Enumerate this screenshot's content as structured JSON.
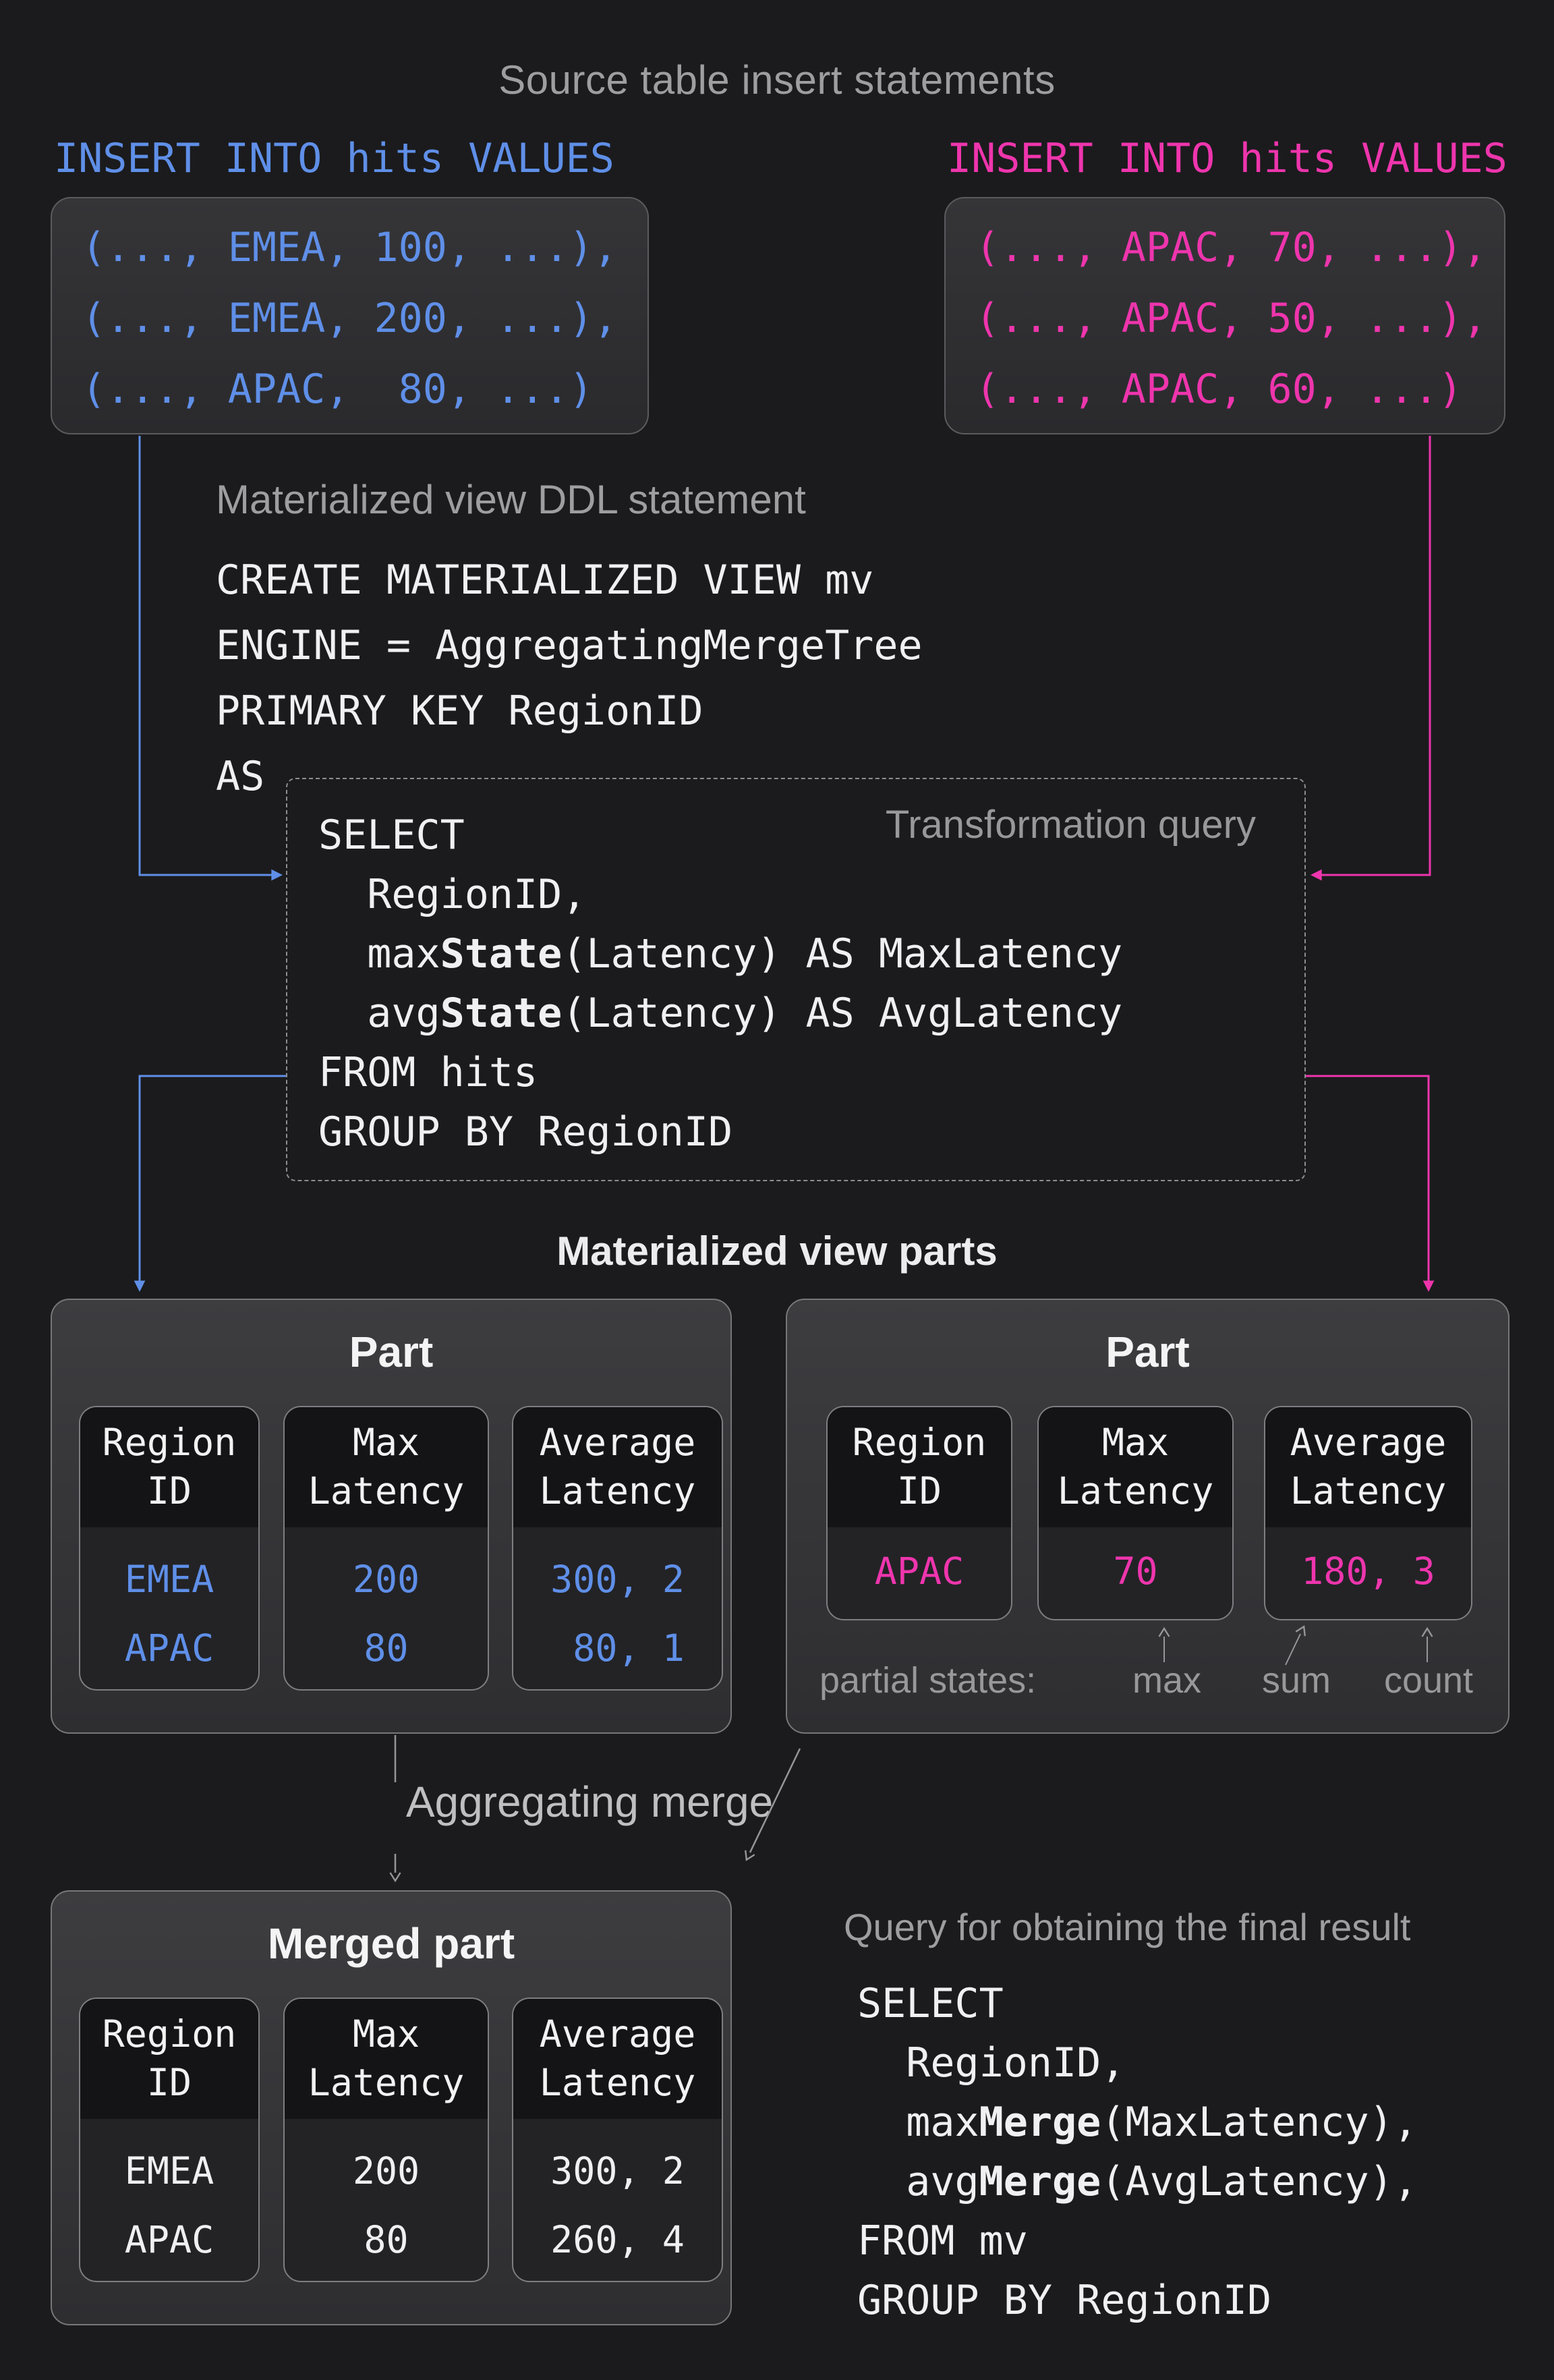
{
  "colors": {
    "background": "#1b1b1d",
    "blue": "#5f8fe8",
    "pink": "#ee35ad",
    "white": "#f0f0f2",
    "gray_label": "#9e9ea1"
  },
  "labels": {
    "source_title": "Source table insert statements",
    "ddl_title": "Materialized view DDL statement",
    "transform_title": "Transformation query",
    "parts_title": "Materialized view parts",
    "aggregating_merge": "Aggregating merge",
    "final_query_title": "Query for obtaining the final result"
  },
  "insert_left": {
    "header": "INSERT INTO hits VALUES",
    "rows": [
      "(..., EMEA, 100, ...),",
      "(..., EMEA, 200, ...),",
      "(..., APAC,  80, ...)"
    ]
  },
  "insert_right": {
    "header": "INSERT INTO hits VALUES",
    "rows": [
      "(..., APAC, 70, ...),",
      "(..., APAC, 50, ...),",
      "(..., APAC, 60, ...)"
    ]
  },
  "ddl": {
    "lines": [
      "CREATE MATERIALIZED VIEW mv",
      "ENGINE = AggregatingMergeTree",
      "PRIMARY KEY RegionID",
      "AS"
    ]
  },
  "transform_query": {
    "lines": [
      [
        {
          "t": "SELECT"
        }
      ],
      [
        {
          "t": "  RegionID,"
        }
      ],
      [
        {
          "t": "  max"
        },
        {
          "t": "State",
          "b": 1
        },
        {
          "t": "(Latency) AS MaxLatency"
        }
      ],
      [
        {
          "t": "  avg"
        },
        {
          "t": "State",
          "b": 1
        },
        {
          "t": "(Latency) AS AvgLatency"
        }
      ],
      [
        {
          "t": "FROM hits"
        }
      ],
      [
        {
          "t": "GROUP BY RegionID"
        }
      ]
    ]
  },
  "final_query": {
    "lines": [
      [
        {
          "t": "SELECT"
        }
      ],
      [
        {
          "t": "  RegionID,"
        }
      ],
      [
        {
          "t": "  max"
        },
        {
          "t": "Merge",
          "b": 1
        },
        {
          "t": "(MaxLatency),"
        }
      ],
      [
        {
          "t": "  avg"
        },
        {
          "t": "Merge",
          "b": 1
        },
        {
          "t": "(AvgLatency),"
        }
      ],
      [
        {
          "t": "FROM mv"
        }
      ],
      [
        {
          "t": "GROUP BY RegionID"
        }
      ]
    ]
  },
  "part_left": {
    "title": "Part",
    "columns": [
      {
        "header": "Region\nID",
        "values": [
          "EMEA",
          "APAC"
        ]
      },
      {
        "header": "Max\nLatency",
        "values": [
          "200",
          "80"
        ]
      },
      {
        "header": "Average\nLatency",
        "values": [
          "300, 2",
          " 80, 1"
        ]
      }
    ]
  },
  "part_right": {
    "title": "Part",
    "columns": [
      {
        "header": "Region\nID",
        "values": [
          "APAC"
        ]
      },
      {
        "header": "Max\nLatency",
        "values": [
          "70"
        ]
      },
      {
        "header": "Average\nLatency",
        "values": [
          "180, 3"
        ]
      }
    ],
    "partial_states": {
      "label": "partial states:",
      "items": [
        "max",
        "sum",
        "count"
      ]
    }
  },
  "merged_part": {
    "title": "Merged part",
    "columns": [
      {
        "header": "Region\nID",
        "values": [
          "EMEA",
          "APAC"
        ]
      },
      {
        "header": "Max\nLatency",
        "values": [
          "200",
          "80"
        ]
      },
      {
        "header": "Average\nLatency",
        "values": [
          "300, 2",
          "260, 4"
        ]
      }
    ]
  }
}
